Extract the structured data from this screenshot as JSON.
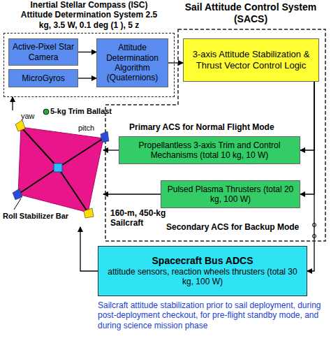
{
  "diagram": {
    "nodes": [
      {
        "text": [
          "Inertial Stellar Compass (ISC) Attitude Determination System 2.5 kg, 3.5 W, 0.1 deg (1 ), 5 z"
        ]
      },
      {
        "text": [
          "Active-Pixel Star Camera"
        ],
        "in": 0
      },
      {
        "text": [
          "MicroGyros"
        ],
        "in": 0
      },
      {
        "text": [
          "Attitude Determination Algorithm (Quaternions)"
        ],
        "in": 0
      },
      {
        "text": [
          "Sail Attitude Control System (SACS)"
        ]
      },
      {
        "text": [
          "3-axis Attitude Stabilization & Thrust Vector Control Logic"
        ],
        "in": 4
      },
      {
        "text": [
          "Propellantless 3-axis Trim and Control Mechanisms (total 10 kg, 10 W)"
        ],
        "in": 4
      },
      {
        "text": [
          "Pulsed Plasma Thrusters (total 20 kg, 100 W)"
        ],
        "in": 4
      },
      {
        "text": [
          "160-m, 450-kg Sailcraft"
        ]
      },
      {
        "text": [
          "Spacecraft Bus ADCS",
          "attitude sensors, reaction wheels thrusters (total 30 kg, 100 W)"
        ]
      }
    ],
    "edges": [
      {
        "from": 1,
        "to": 3,
        "arrow": "to"
      },
      {
        "from": 2,
        "to": 3,
        "arrow": "to"
      },
      {
        "from": 3,
        "to": 5,
        "arrow": "to"
      },
      {
        "from": 5,
        "to": 6,
        "arrow": "to"
      },
      {
        "from": 5,
        "to": 7,
        "arrow": "to"
      },
      {
        "from": 5,
        "to": 9,
        "arrow": "to"
      },
      {
        "from": 6,
        "to": 8,
        "arrow": "to"
      },
      {
        "from": 7,
        "to": 8,
        "arrow": "to"
      },
      {
        "from": 9,
        "to": 8,
        "arrow": "to"
      },
      {
        "from": 8,
        "to": 0,
        "arrow": "to"
      }
    ],
    "labels": [
      "Primary ACS for Normal Flight Mode",
      "Secondary ACS for Backup Mode",
      "yaw",
      "pitch",
      "5-kg Trim Ballast",
      "Roll Stabilizer Bar",
      "Sailcraft attitude stabilization prior to sail deployment, during post-deployment checkout, for pre-flight standby mode, and during science mission phase"
    ]
  }
}
